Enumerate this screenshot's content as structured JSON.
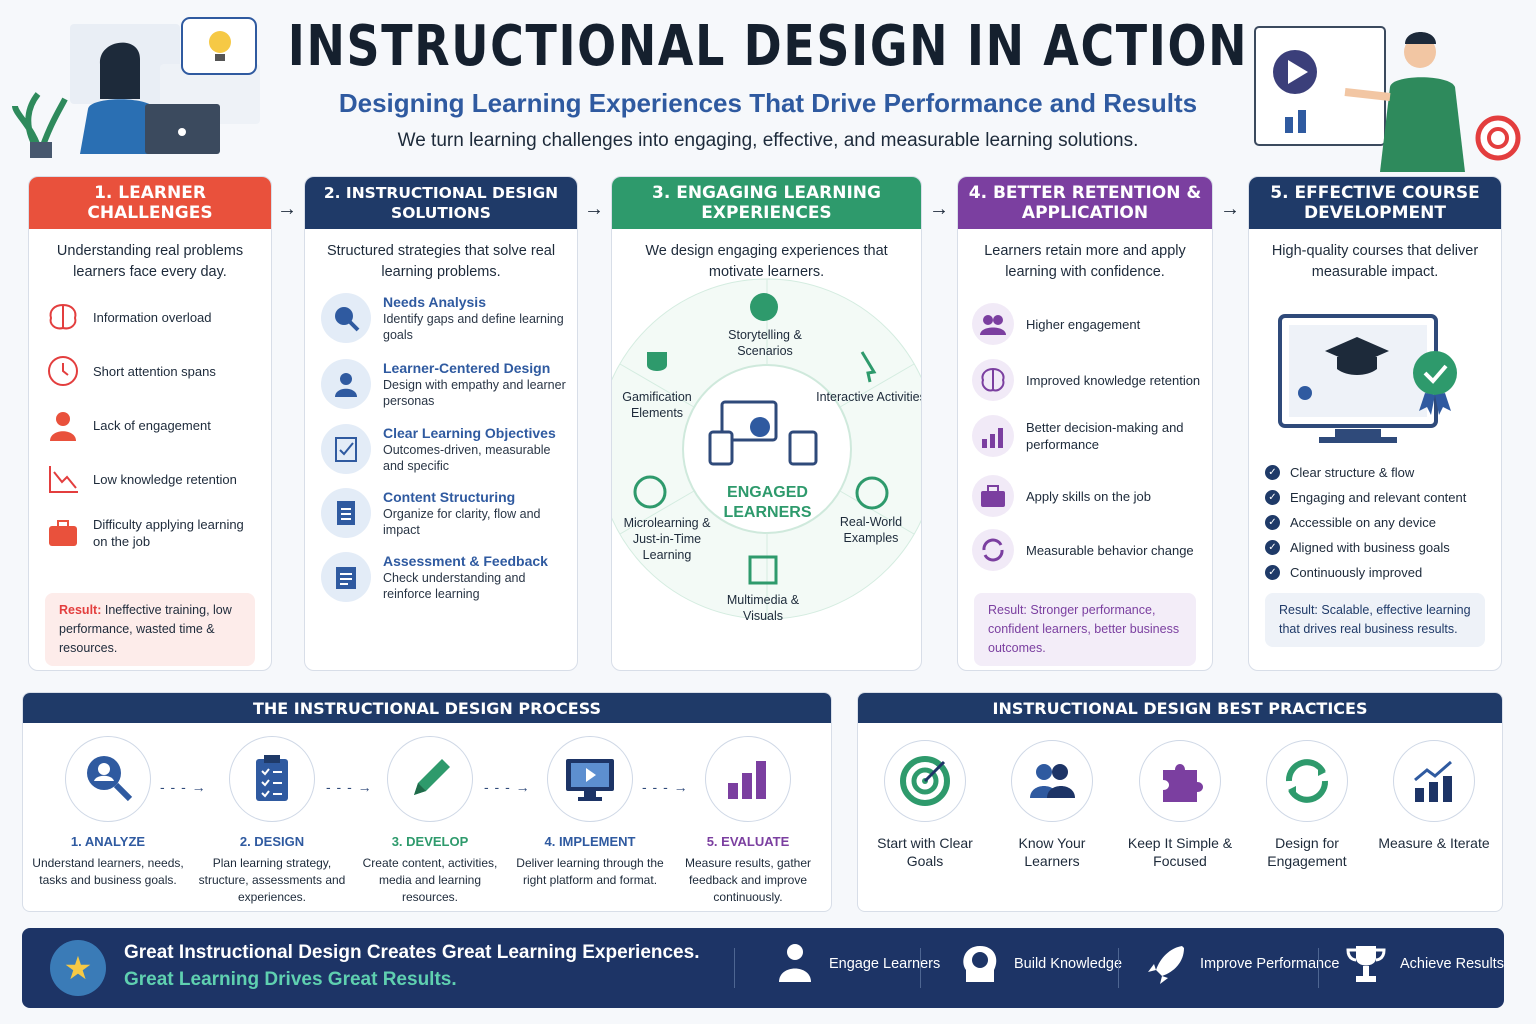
{
  "header": {
    "title": "INSTRUCTIONAL DESIGN IN ACTION",
    "subtitle": "Designing Learning Experiences That Drive Performance and Results",
    "tagline": "We turn learning challenges into engaging, effective, and measurable learning solutions."
  },
  "cards": [
    {
      "title": "1. LEARNER CHALLENGES",
      "color": "#e9513c",
      "desc": "Understanding real problems learners face every day.",
      "items": [
        "Information overload",
        "Short attention spans",
        "Lack of engagement",
        "Low knowledge retention",
        "Difficulty applying learning on the job"
      ],
      "result_label": "Result:",
      "result_text": " Ineffective training, low performance, wasted time & resources."
    },
    {
      "title": "2. INSTRUCTIONAL DESIGN SOLUTIONS",
      "color": "#1f3a68",
      "desc": "Structured strategies that solve real learning problems.",
      "items": [
        {
          "t": "Needs Analysis",
          "d": "Identify gaps and define learning goals"
        },
        {
          "t": "Learner-Centered Design",
          "d": "Design with empathy and learner personas"
        },
        {
          "t": "Clear Learning Objectives",
          "d": "Outcomes-driven, measurable and specific"
        },
        {
          "t": "Content Structuring",
          "d": "Organize for clarity, flow and impact"
        },
        {
          "t": "Assessment & Feedback",
          "d": "Check understanding and reinforce learning"
        }
      ]
    },
    {
      "title": "3. ENGAGING LEARNING EXPERIENCES",
      "color": "#2e9a6c",
      "desc": "We design engaging experiences that motivate learners.",
      "center": "ENGAGED LEARNERS",
      "segments": [
        "Storytelling & Scenarios",
        "Interactive Activities",
        "Real-World Examples",
        "Multimedia & Visuals",
        "Microlearning & Just-in-Time Learning",
        "Gamification Elements"
      ]
    },
    {
      "title": "4. BETTER RETENTION & APPLICATION",
      "color": "#7b3fa0",
      "desc": "Learners retain more and apply learning with confidence.",
      "items": [
        "Higher engagement",
        "Improved knowledge retention",
        "Better decision-making and performance",
        "Apply skills on the job",
        "Measurable behavior change"
      ],
      "result_text": "Result: Stronger performance, confident learners, better business outcomes."
    },
    {
      "title": "5. EFFECTIVE COURSE DEVELOPMENT",
      "color": "#1f3a68",
      "desc": "High-quality courses that deliver measurable impact.",
      "items": [
        "Clear structure & flow",
        "Engaging and relevant content",
        "Accessible on any device",
        "Aligned with business goals",
        "Continuously improved"
      ],
      "result_text": "Result: Scalable, effective learning that drives real business results."
    }
  ],
  "process": {
    "title": "THE INSTRUCTIONAL DESIGN PROCESS",
    "steps": [
      {
        "t": "1. ANALYZE",
        "d": "Understand learners, needs, tasks and business goals.",
        "color": "#2f5aa0"
      },
      {
        "t": "2. DESIGN",
        "d": "Plan learning strategy, structure, assessments and experiences.",
        "color": "#2f5aa0"
      },
      {
        "t": "3. DEVELOP",
        "d": "Create content, activities, media and learning resources.",
        "color": "#2e9a6c"
      },
      {
        "t": "4. IMPLEMENT",
        "d": "Deliver learning through the right platform and format.",
        "color": "#2f5aa0"
      },
      {
        "t": "5. EVALUATE",
        "d": "Measure results, gather feedback and improve continuously.",
        "color": "#7b3fa0"
      }
    ]
  },
  "practices": {
    "title": "INSTRUCTIONAL DESIGN BEST PRACTICES",
    "items": [
      "Start with Clear Goals",
      "Know Your Learners",
      "Keep It Simple & Focused",
      "Design for Engagement",
      "Measure & Iterate"
    ]
  },
  "banner": {
    "line1": "Great Instructional Design Creates Great Learning Experiences.",
    "line2": "Great Learning Drives Great Results.",
    "items": [
      "Engage Learners",
      "Build Knowledge",
      "Improve Performance",
      "Achieve Results"
    ]
  }
}
